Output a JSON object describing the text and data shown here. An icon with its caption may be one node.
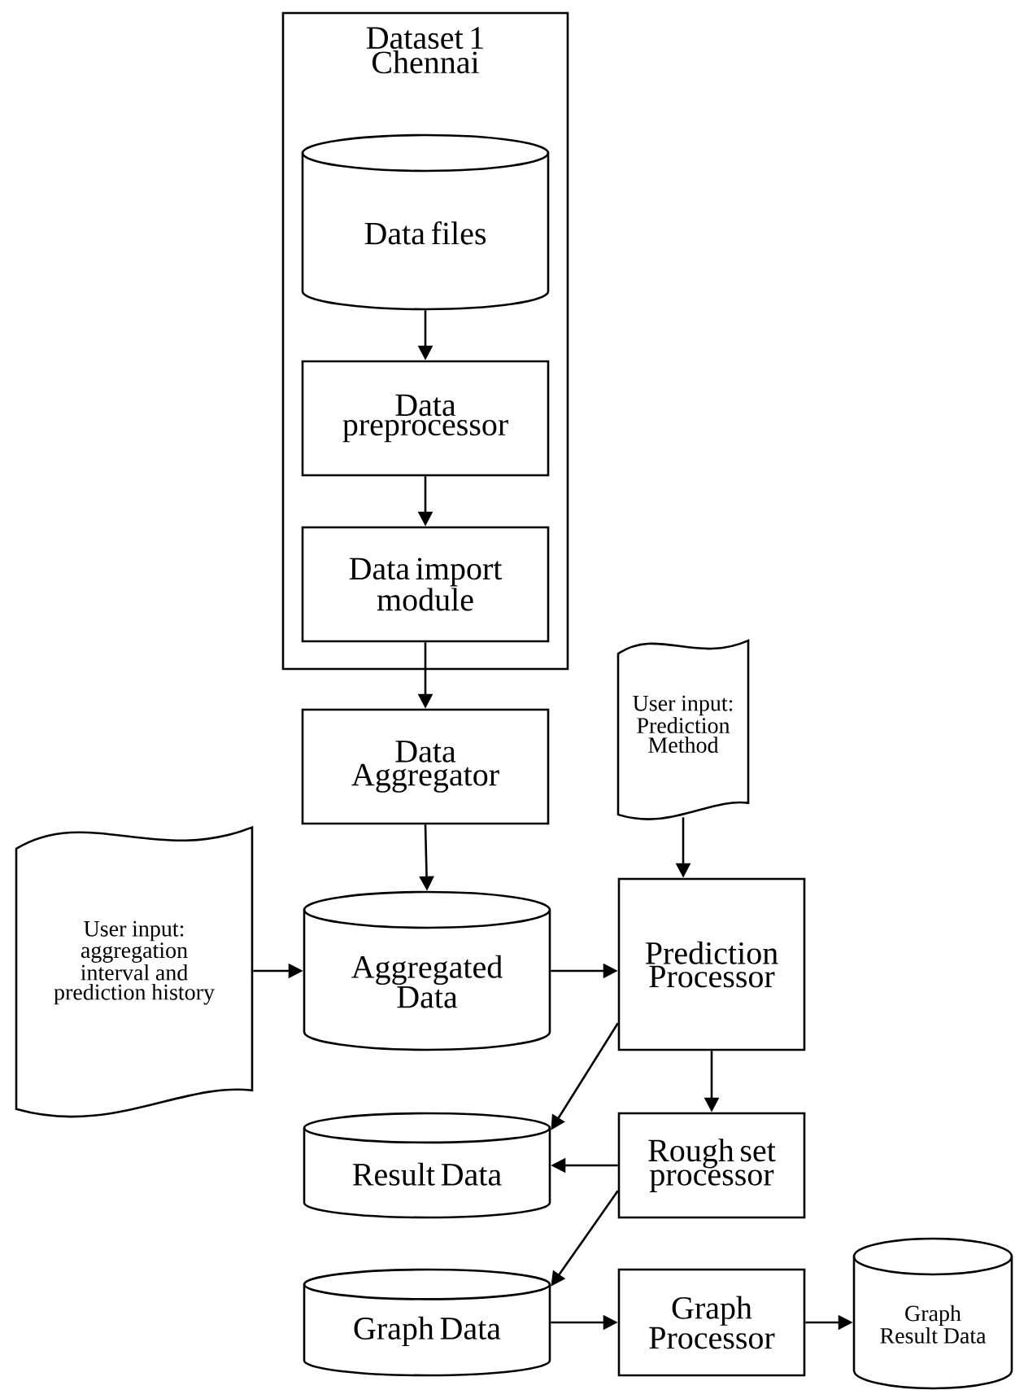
{
  "diagram": {
    "nodes": [
      {
        "text": [
          "Dataset 1 Chennai"
        ]
      },
      {
        "text": [
          "Data files"
        ],
        "in": 0
      },
      {
        "text": [
          "Data preprocessor"
        ],
        "in": 0
      },
      {
        "text": [
          "Data import module"
        ],
        "in": 0
      },
      {
        "text": [
          "Data Aggregator"
        ]
      },
      {
        "text": [
          "User input: Prediction Method"
        ]
      },
      {
        "text": [
          "User input: aggregation interval and prediction history"
        ]
      },
      {
        "text": [
          "Aggregated Data"
        ]
      },
      {
        "text": [
          "Prediction Processor"
        ]
      },
      {
        "text": [
          "Result Data"
        ]
      },
      {
        "text": [
          "Rough set processor"
        ]
      },
      {
        "text": [
          "Graph Data"
        ]
      },
      {
        "text": [
          "Graph Processor"
        ]
      },
      {
        "text": [
          "Graph Result Data"
        ]
      }
    ],
    "edges": [
      {
        "from": 1,
        "to": 2,
        "arrow": "to"
      },
      {
        "from": 2,
        "to": 3,
        "arrow": "to"
      },
      {
        "from": 3,
        "to": 4,
        "arrow": "to"
      },
      {
        "from": 4,
        "to": 7,
        "arrow": "to"
      },
      {
        "from": 5,
        "to": 8,
        "arrow": "to"
      },
      {
        "from": 6,
        "to": 7,
        "arrow": "to"
      },
      {
        "from": 7,
        "to": 8,
        "arrow": "to"
      },
      {
        "from": 8,
        "to": 9,
        "arrow": "to"
      },
      {
        "from": 8,
        "to": 10,
        "arrow": "to"
      },
      {
        "from": 10,
        "to": 9,
        "arrow": "to"
      },
      {
        "from": 10,
        "to": 11,
        "arrow": "to"
      },
      {
        "from": 11,
        "to": 12,
        "arrow": "to"
      },
      {
        "from": 12,
        "to": 13,
        "arrow": "to"
      }
    ]
  }
}
